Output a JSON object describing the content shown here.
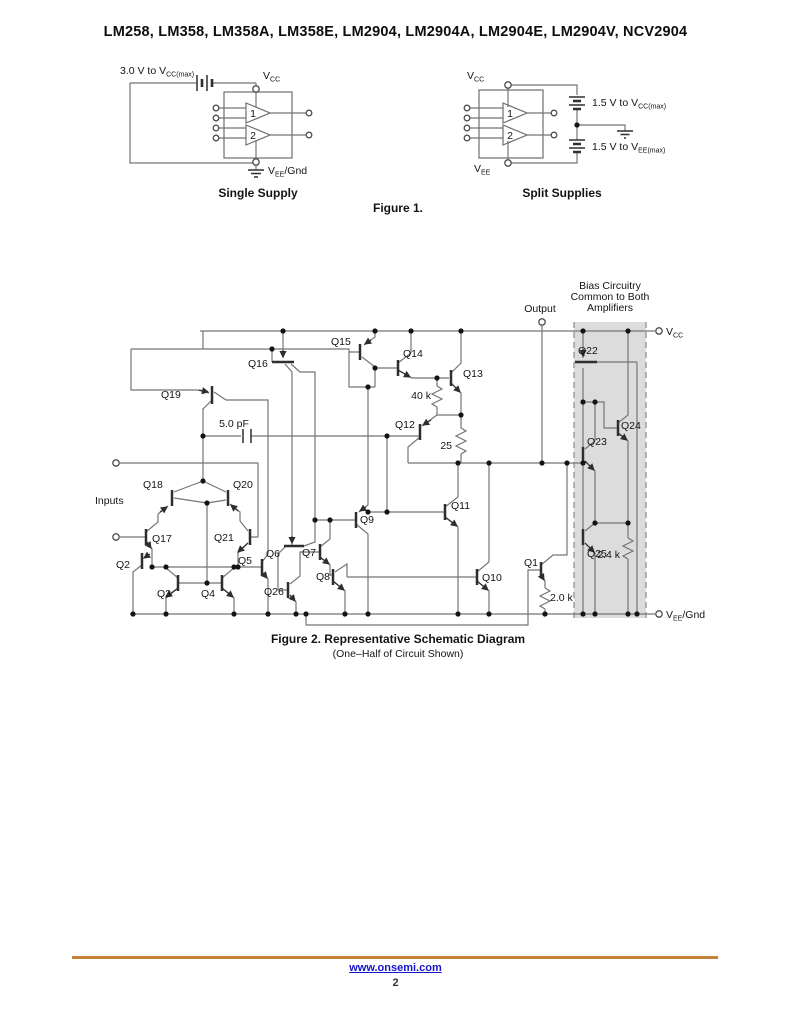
{
  "header": {
    "title": "LM258, LM358, LM358A, LM358E, LM2904, LM2904A, LM2904E, LM2904V, NCV2904"
  },
  "figure1": {
    "caption": "Figure 1.",
    "single": {
      "caption": "Single Supply",
      "source_main": "3.0 V to V",
      "source_sub": "CC(max)",
      "vcc_main": "V",
      "vcc_sub": "CC",
      "gnd_main": "V",
      "gnd_sub": "EE",
      "gnd_suffix": "/Gnd",
      "amp1": "1",
      "amp2": "2"
    },
    "split": {
      "caption": "Split Supplies",
      "vcc_main": "V",
      "vcc_sub": "CC",
      "vee_main": "V",
      "vee_sub": "EE",
      "top_main": "1.5 V to V",
      "top_sub": "CC(max)",
      "bottom_main": "1.5 V to V",
      "bottom_sub": "EE(max)",
      "amp1": "1",
      "amp2": "2"
    }
  },
  "figure2": {
    "caption_line1": "Figure 2. Representative Schematic Diagram",
    "caption_line2": "(One–Half of Circuit Shown)",
    "bias_line1": "Bias Circuitry",
    "bias_line2": "Common to Both",
    "bias_line3": "Amplifiers",
    "output_label": "Output",
    "inputs_label": "Inputs",
    "vcc_main": "V",
    "vcc_sub": "CC",
    "vee_main": "V",
    "vee_sub": "EE",
    "vee_suffix": "/Gnd",
    "cap_value": "5.0 pF",
    "r40k": "40 k",
    "r25": "25",
    "r2k": "2.0 k",
    "r2k4": "2.4 k",
    "transistors": {
      "q1": "Q1",
      "q2": "Q2",
      "q3": "Q3",
      "q4": "Q4",
      "q5": "Q5",
      "q6": "Q6",
      "q7": "Q7",
      "q8": "Q8",
      "q9": "Q9",
      "q10": "Q10",
      "q11": "Q11",
      "q12": "Q12",
      "q13": "Q13",
      "q14": "Q14",
      "q15": "Q15",
      "q16": "Q16",
      "q17": "Q17",
      "q18": "Q18",
      "q19": "Q19",
      "q20": "Q20",
      "q21": "Q21",
      "q22": "Q22",
      "q23": "Q23",
      "q24": "Q24",
      "q25": "Q25",
      "q26": "Q26"
    }
  },
  "footer": {
    "link": "www.onsemi.com",
    "page_number": "2"
  }
}
